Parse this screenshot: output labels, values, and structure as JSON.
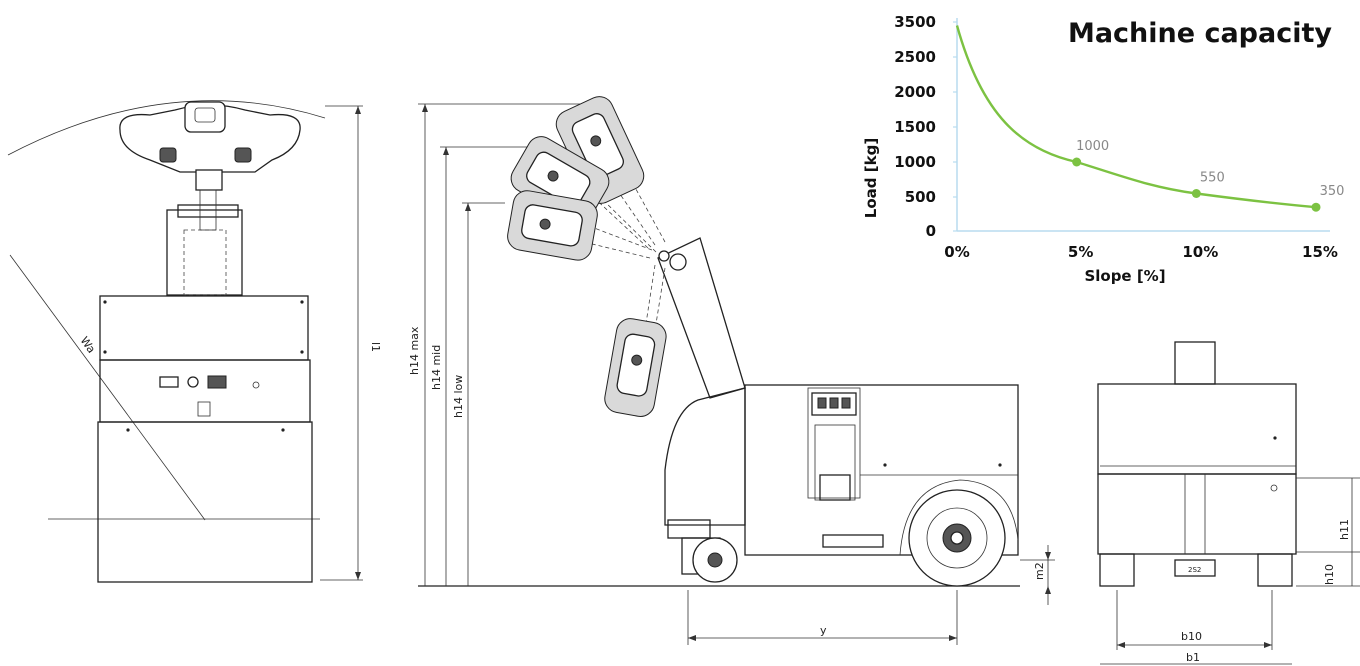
{
  "drawing_labels": {
    "wa": "Wa",
    "l1": "l1",
    "h14_max": "h14 max",
    "h14_mid": "h14 mid",
    "h14_low": "h14 low",
    "y": "y",
    "m2": "m2",
    "h11": "h11",
    "h10": "h10",
    "b10": "b10",
    "b1": "b1",
    "plate": "2S2"
  },
  "chart_data": {
    "type": "line",
    "title": "Machine capacity",
    "xlabel": "Slope [%]",
    "ylabel": "Load [kg]",
    "x_ticks": [
      "0%",
      "5%",
      "10%",
      "15%"
    ],
    "y_ticks": [
      "0",
      "500",
      "1000",
      "1500",
      "2000",
      "2500",
      "3500"
    ],
    "x": [
      0,
      5,
      10,
      15
    ],
    "values": [
      3400,
      1000,
      550,
      350
    ],
    "point_labels": [
      "",
      "1000",
      "550",
      "350"
    ],
    "xlim": [
      0,
      15
    ],
    "grid": false,
    "colors": {
      "line": "#7cc242",
      "axis": "#b8dcef",
      "points": "#7cc242",
      "labels": "#888888"
    }
  }
}
